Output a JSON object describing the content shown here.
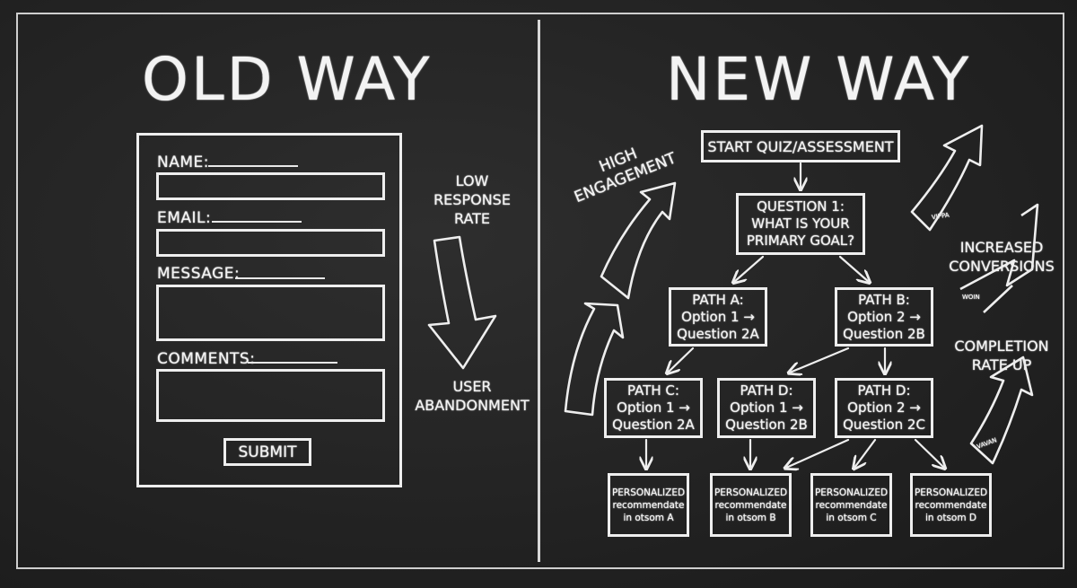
{
  "old_way": {
    "title": "OLD WAY",
    "fields": [
      {
        "label": "NAME:"
      },
      {
        "label": "EMAIL:"
      },
      {
        "label": "MESSAGE:"
      },
      {
        "label": "COMMENTS:"
      }
    ],
    "submit_label": "SUBMIT",
    "note_top": [
      "LOW",
      "RESPONSE",
      "RATE"
    ],
    "note_bottom": [
      "USER",
      "ABANDONMENT"
    ]
  },
  "new_way": {
    "title": "NEW WAY",
    "start": "START QUIZ/ASSESSMENT",
    "question1": [
      "QUESTION 1:",
      "WHAT IS YOUR",
      "PRIMARY GOAL?"
    ],
    "paths": [
      {
        "lines": [
          "PATH A:",
          "Option 1 →",
          "Question 2A"
        ]
      },
      {
        "lines": [
          "PATH B:",
          "Option 2 →",
          "Question 2B"
        ]
      },
      {
        "lines": [
          "PATH C:",
          "Option 1 →",
          "Question 2A"
        ]
      },
      {
        "lines": [
          "PATH D:",
          "Option 1 →",
          "Question 2B"
        ]
      },
      {
        "lines": [
          "PATH D:",
          "Option 2 →",
          "Question 2C"
        ]
      }
    ],
    "results": [
      {
        "lines": [
          "PERSONALIZED",
          "recommendate",
          "in otsom A"
        ]
      },
      {
        "lines": [
          "PERSONALIZED",
          "recommendate",
          "in otsom B"
        ]
      },
      {
        "lines": [
          "PERSONALIZED",
          "recommendate",
          "in otsom C"
        ]
      },
      {
        "lines": [
          "PERSONALIZED",
          "recommendate",
          "in otsom D"
        ]
      }
    ],
    "engagement_label": [
      "HIGH",
      "ENGAGEMENT"
    ],
    "conversions_label": [
      "INCREASED",
      "CONVERSIONS"
    ],
    "completion_label": [
      "COMPLETION",
      "RATE UP"
    ],
    "arrow_scribble_1": "VIPPA",
    "arrow_scribble_2": "WOIN",
    "arrow_scribble_3": "VAVAN"
  }
}
